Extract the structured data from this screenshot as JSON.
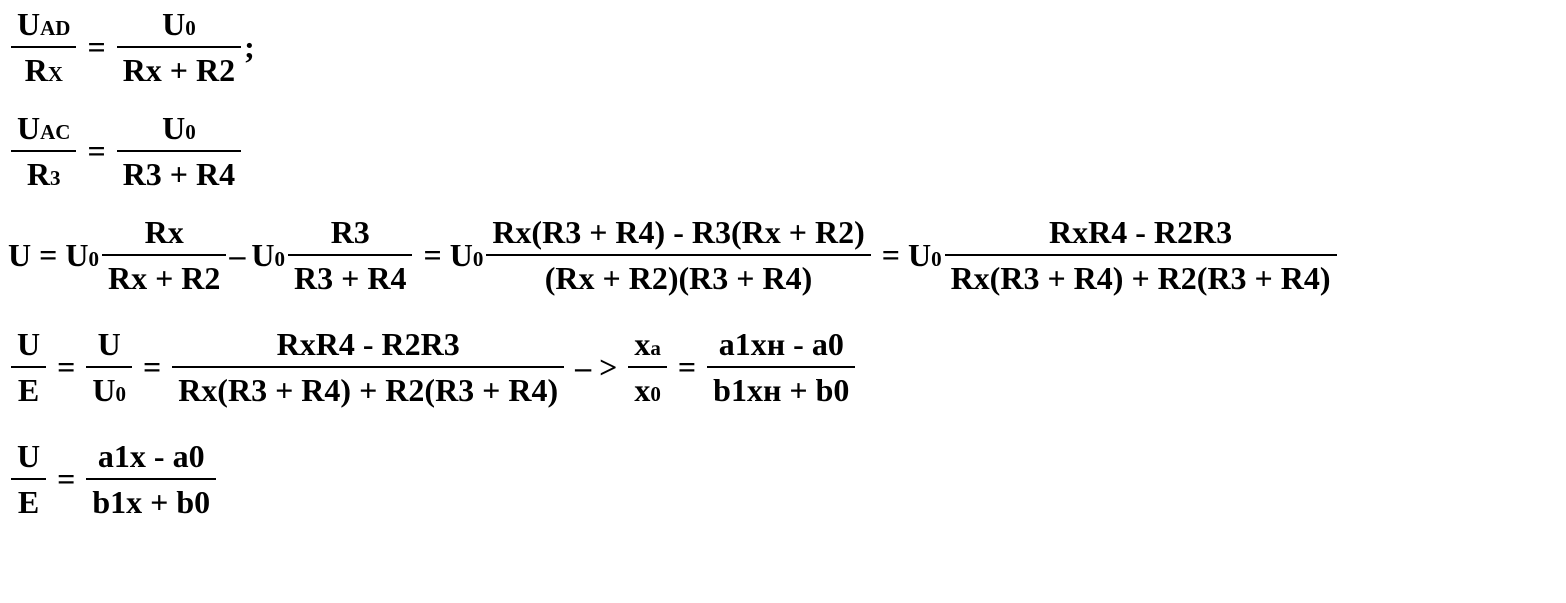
{
  "equations": [
    {
      "lhs": {
        "num": "U",
        "num_sub": "AD",
        "den": "R",
        "den_sub": "X"
      },
      "eq": "=",
      "rhs": {
        "num": "U",
        "num_sub": "0",
        "den": "Rx + R2"
      },
      "tail": ";"
    },
    {
      "lhs": {
        "num": "U",
        "num_sub": "AC",
        "den": "R",
        "den_sub": "3"
      },
      "eq": "=",
      "rhs": {
        "num": "U",
        "num_sub": "0",
        "den": "R3 + R4"
      }
    },
    {
      "lead": "U = U",
      "lead_sub": "0",
      "f1": {
        "num": "Rx",
        "den": "Rx + R2"
      },
      "minus": "–",
      "u0": "U",
      "u0_sub": "0",
      "f2": {
        "num": "R3",
        "den": "R3 + R4"
      },
      "eq2": "=",
      "u0b": "U",
      "u0b_sub": "0",
      "f3": {
        "num": "Rx(R3 + R4) - R3(Rx + R2)",
        "den": "(Rx + R2)(R3 + R4)"
      },
      "eq3": "=",
      "u0c": "U",
      "u0c_sub": "0",
      "f4": {
        "num": "RxR4 - R2R3",
        "den": "Rx(R3 + R4) + R2(R3 + R4)"
      }
    },
    {
      "f1": {
        "num": "U",
        "den": "E"
      },
      "eq1": "=",
      "f2": {
        "num": "U",
        "den": "U",
        "den_sub": "0"
      },
      "eq2": "=",
      "f3": {
        "num": "RxR4 - R2R3",
        "den": "Rx(R3 + R4) + R2(R3 + R4)"
      },
      "arrow": "– >",
      "f4": {
        "num": "x",
        "num_sub": "a",
        "den": "x",
        "den_sub": "0"
      },
      "eq3": "=",
      "f5": {
        "num": "a1xн - a0",
        "den": "b1xн + b0"
      }
    },
    {
      "f1": {
        "num": "U",
        "den": "E"
      },
      "eq1": "=",
      "f2": {
        "num": "a1x - a0",
        "den": "b1x + b0"
      }
    }
  ]
}
